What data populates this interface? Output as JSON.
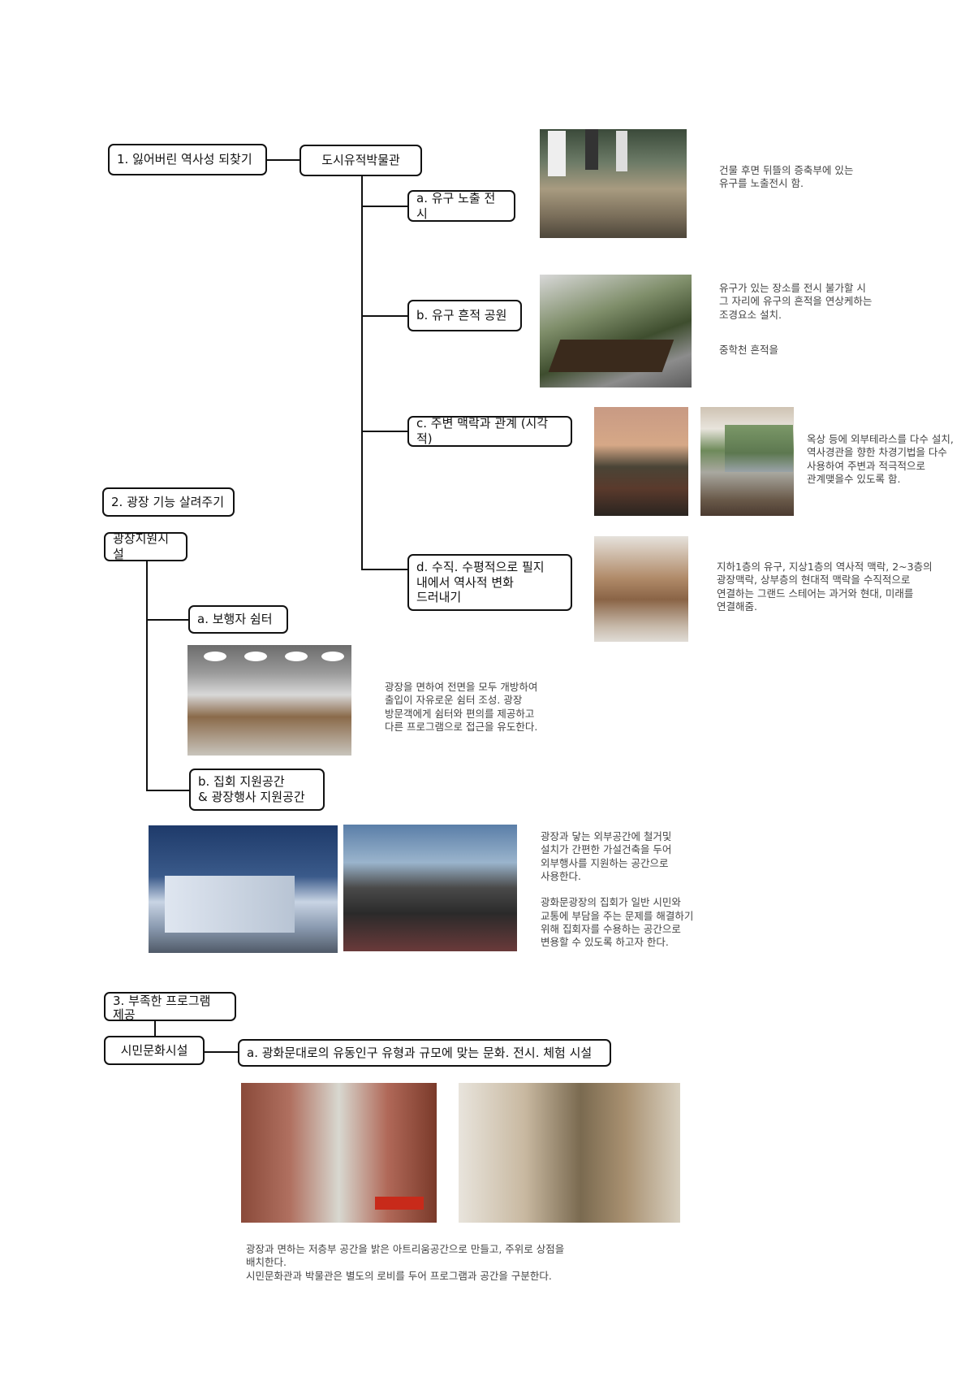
{
  "section1": {
    "title": "1. 잃어버린 역사성 되찾기",
    "facility": "도시유적박물관",
    "items": [
      {
        "label": "a. 유구 노출 전시",
        "desc": "건물 후면 뒤뜰의 증축부에 있는\n유구를 노출전시 함."
      },
      {
        "label": "b. 유구 흔적 공원",
        "desc": "유구가 있는 장소를 전시 불가할 시\n그 자리에 유구의 흔적을 연상케하는\n조경요소 설치.",
        "note": "중학천 흔적을"
      },
      {
        "label": "c. 주변 맥락과 관계 (시각적)",
        "desc": "옥상 등에 외부테라스를 다수 설치,\n역사경관을 향한 차경기법을 다수\n사용하여 주변과 적극적으로\n관계맺을수 있도록 함."
      },
      {
        "label": "d. 수직. 수평적으로 필지\n내에서 역사적 변화\n드러내기",
        "desc": "지하1층의 유구, 지상1층의 역사적 맥락, 2~3층의\n광장맥락, 상부층의 현대적 맥락을 수직적으로\n연결하는 그랜드 스테어는 과거와 현대, 미래를\n연결해줌."
      }
    ]
  },
  "section2": {
    "title": "2. 광장 기능 살려주기",
    "facility": "광장지원시설",
    "items": [
      {
        "label": "a. 보행자 쉼터",
        "desc": "광장을 면하여 전면을 모두 개방하여\n출입이 자유로운 쉼터 조성. 광장\n방문객에게 쉼터와 편의를 제공하고\n다른 프로그램으로 접근을 유도한다."
      },
      {
        "label": "b. 집회 지원공간\n   & 광장행사 지원공간",
        "desc": "광장과 닿는 외부공간에 철거및\n설치가 간편한 가설건축을 두어\n외부행사를 지원하는 공간으로\n사용한다.\n\n광화문광장의 집회가 일반 시민와\n교통에 부담을 주는 문제를 해결하기\n위해 집회자를 수용하는 공간으로\n변용할 수 있도록 하고자 한다."
      }
    ]
  },
  "section3": {
    "title": "3. 부족한 프로그램\n제공",
    "facility": "시민문화시설",
    "items": [
      {
        "label": "a. 광화문대로의 유동인구 유형과 규모에 맞는 문화. 전시. 체험 시설",
        "desc": "광장과 면하는 저층부 공간을 밝은 아트리움공간으로 만들고, 주위로 상점을\n배치한다.\n시민문화관과 박물관은 별도의 로비를 두어 프로그램과 공간을 구분한다."
      }
    ]
  }
}
